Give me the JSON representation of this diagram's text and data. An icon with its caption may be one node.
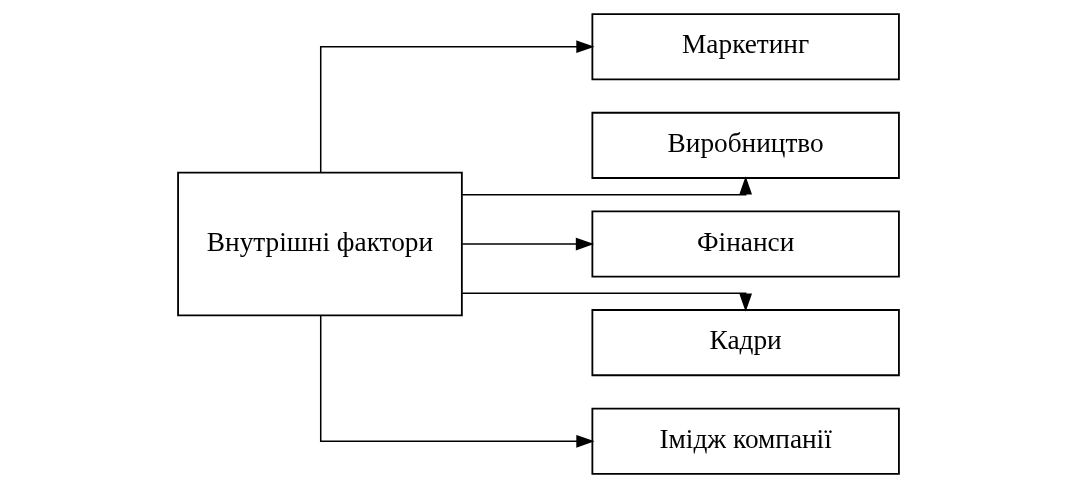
{
  "diagram": {
    "nodes": [
      {
        "text": [
          "Внутрішні фактори"
        ]
      },
      {
        "text": [
          "Маркетинг"
        ]
      },
      {
        "text": [
          "Виробництво"
        ]
      },
      {
        "text": [
          "Фінанси"
        ]
      },
      {
        "text": [
          "Кадри"
        ]
      },
      {
        "text": [
          "Імідж компанії"
        ]
      }
    ],
    "edges": [
      {
        "from": 0,
        "to": 1,
        "arrow": "to"
      },
      {
        "from": 0,
        "to": 2,
        "arrow": "to"
      },
      {
        "from": 0,
        "to": 3,
        "arrow": "to"
      },
      {
        "from": 0,
        "to": 4,
        "arrow": "to"
      },
      {
        "from": 0,
        "to": 5,
        "arrow": "to"
      }
    ]
  }
}
